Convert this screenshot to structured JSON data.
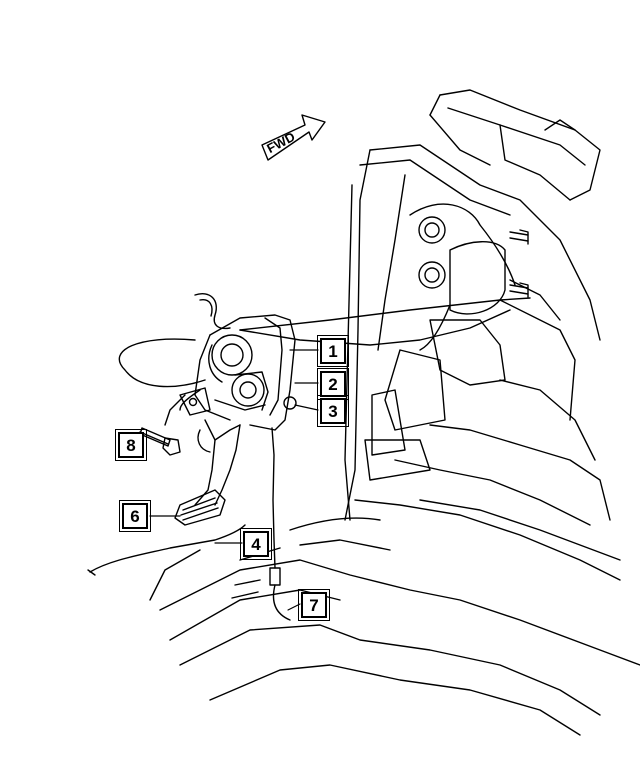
{
  "diagram": {
    "direction_label": "FWD",
    "callouts": [
      {
        "id": "1",
        "label": "1"
      },
      {
        "id": "2",
        "label": "2"
      },
      {
        "id": "3",
        "label": "3"
      },
      {
        "id": "4",
        "label": "4"
      },
      {
        "id": "6",
        "label": "6"
      },
      {
        "id": "7",
        "label": "7"
      },
      {
        "id": "8",
        "label": "8"
      }
    ]
  }
}
